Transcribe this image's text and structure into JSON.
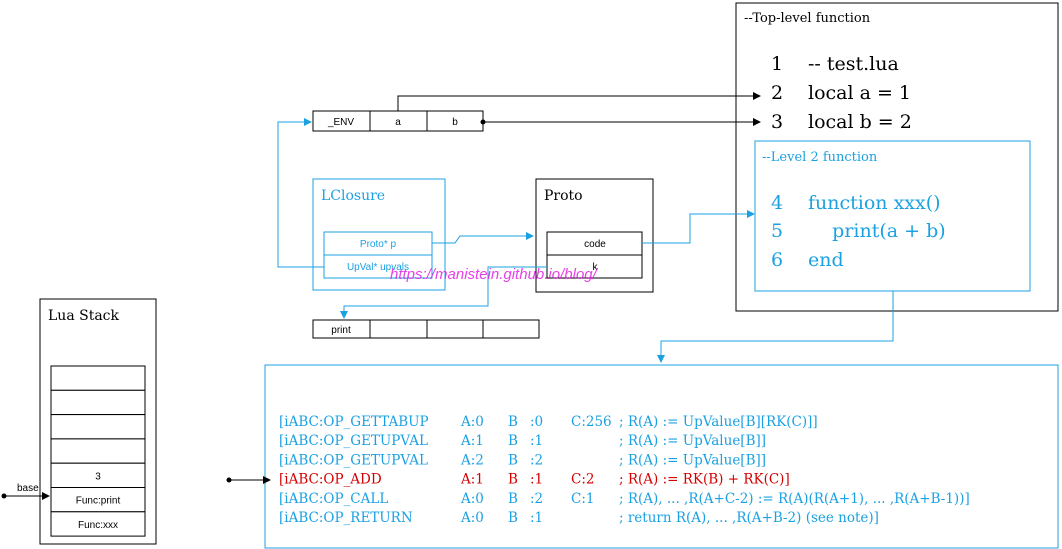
{
  "colors": {
    "black": "#000000",
    "blue": "#1ba1e2",
    "red": "#d40000",
    "watermark": "#e020e0"
  },
  "top_level": {
    "header": "--Top-level function",
    "lines": [
      {
        "num": "1",
        "code": "-- test.lua"
      },
      {
        "num": "2",
        "code": "local a = 1"
      },
      {
        "num": "3",
        "code": "local b = 2"
      }
    ]
  },
  "level2": {
    "header": "--Level 2 function",
    "lines": [
      {
        "num": "4",
        "code": "function xxx()"
      },
      {
        "num": "5",
        "code": "    print(a + b)"
      },
      {
        "num": "6",
        "code": "end"
      }
    ]
  },
  "upvals": {
    "cells": [
      "_ENV",
      "a",
      "b"
    ]
  },
  "lclosure": {
    "title": "LClosure",
    "fields": [
      "Proto* p",
      "UpVal* upvals"
    ]
  },
  "proto": {
    "title": "Proto",
    "fields": [
      "code",
      "k"
    ]
  },
  "constants": {
    "cells": [
      "print",
      "",
      "",
      ""
    ]
  },
  "stack": {
    "title": "Lua Stack",
    "cells": [
      "",
      "",
      "",
      "",
      "3",
      "Func:print",
      "Func:xxx"
    ],
    "base_label": "base"
  },
  "watermark": "https://manistein.github.io/blog/",
  "bytecode": [
    {
      "op": "[iABC:OP_GETTABUP",
      "a": "A:0",
      "b": "B",
      "bv": ":0",
      "c": "C:256",
      "comment": "; R(A) := UpValue[B][RK(C)]]",
      "highlight": false
    },
    {
      "op": "[iABC:OP_GETUPVAL",
      "a": "A:1",
      "b": "B",
      "bv": ":1",
      "c": "",
      "comment": "; R(A) := UpValue[B]]",
      "highlight": false
    },
    {
      "op": "[iABC:OP_GETUPVAL",
      "a": "A:2",
      "b": "B",
      "bv": ":2",
      "c": "",
      "comment": "; R(A) := UpValue[B]]",
      "highlight": false
    },
    {
      "op": "[iABC:OP_ADD",
      "a": "A:1",
      "b": "B",
      "bv": ":1",
      "c": "C:2",
      "comment": "; R(A) := RK(B) + RK(C)]",
      "highlight": true
    },
    {
      "op": "[iABC:OP_CALL",
      "a": "A:0",
      "b": "B",
      "bv": ":2",
      "c": "C:1",
      "comment": "; R(A), ... ,R(A+C-2) := R(A)(R(A+1), ... ,R(A+B-1))]",
      "highlight": false
    },
    {
      "op": "[iABC:OP_RETURN",
      "a": "A:0",
      "b": "B",
      "bv": ":1",
      "c": "",
      "comment": "; return R(A), ... ,R(A+B-2)  (see note)]",
      "highlight": false
    }
  ]
}
